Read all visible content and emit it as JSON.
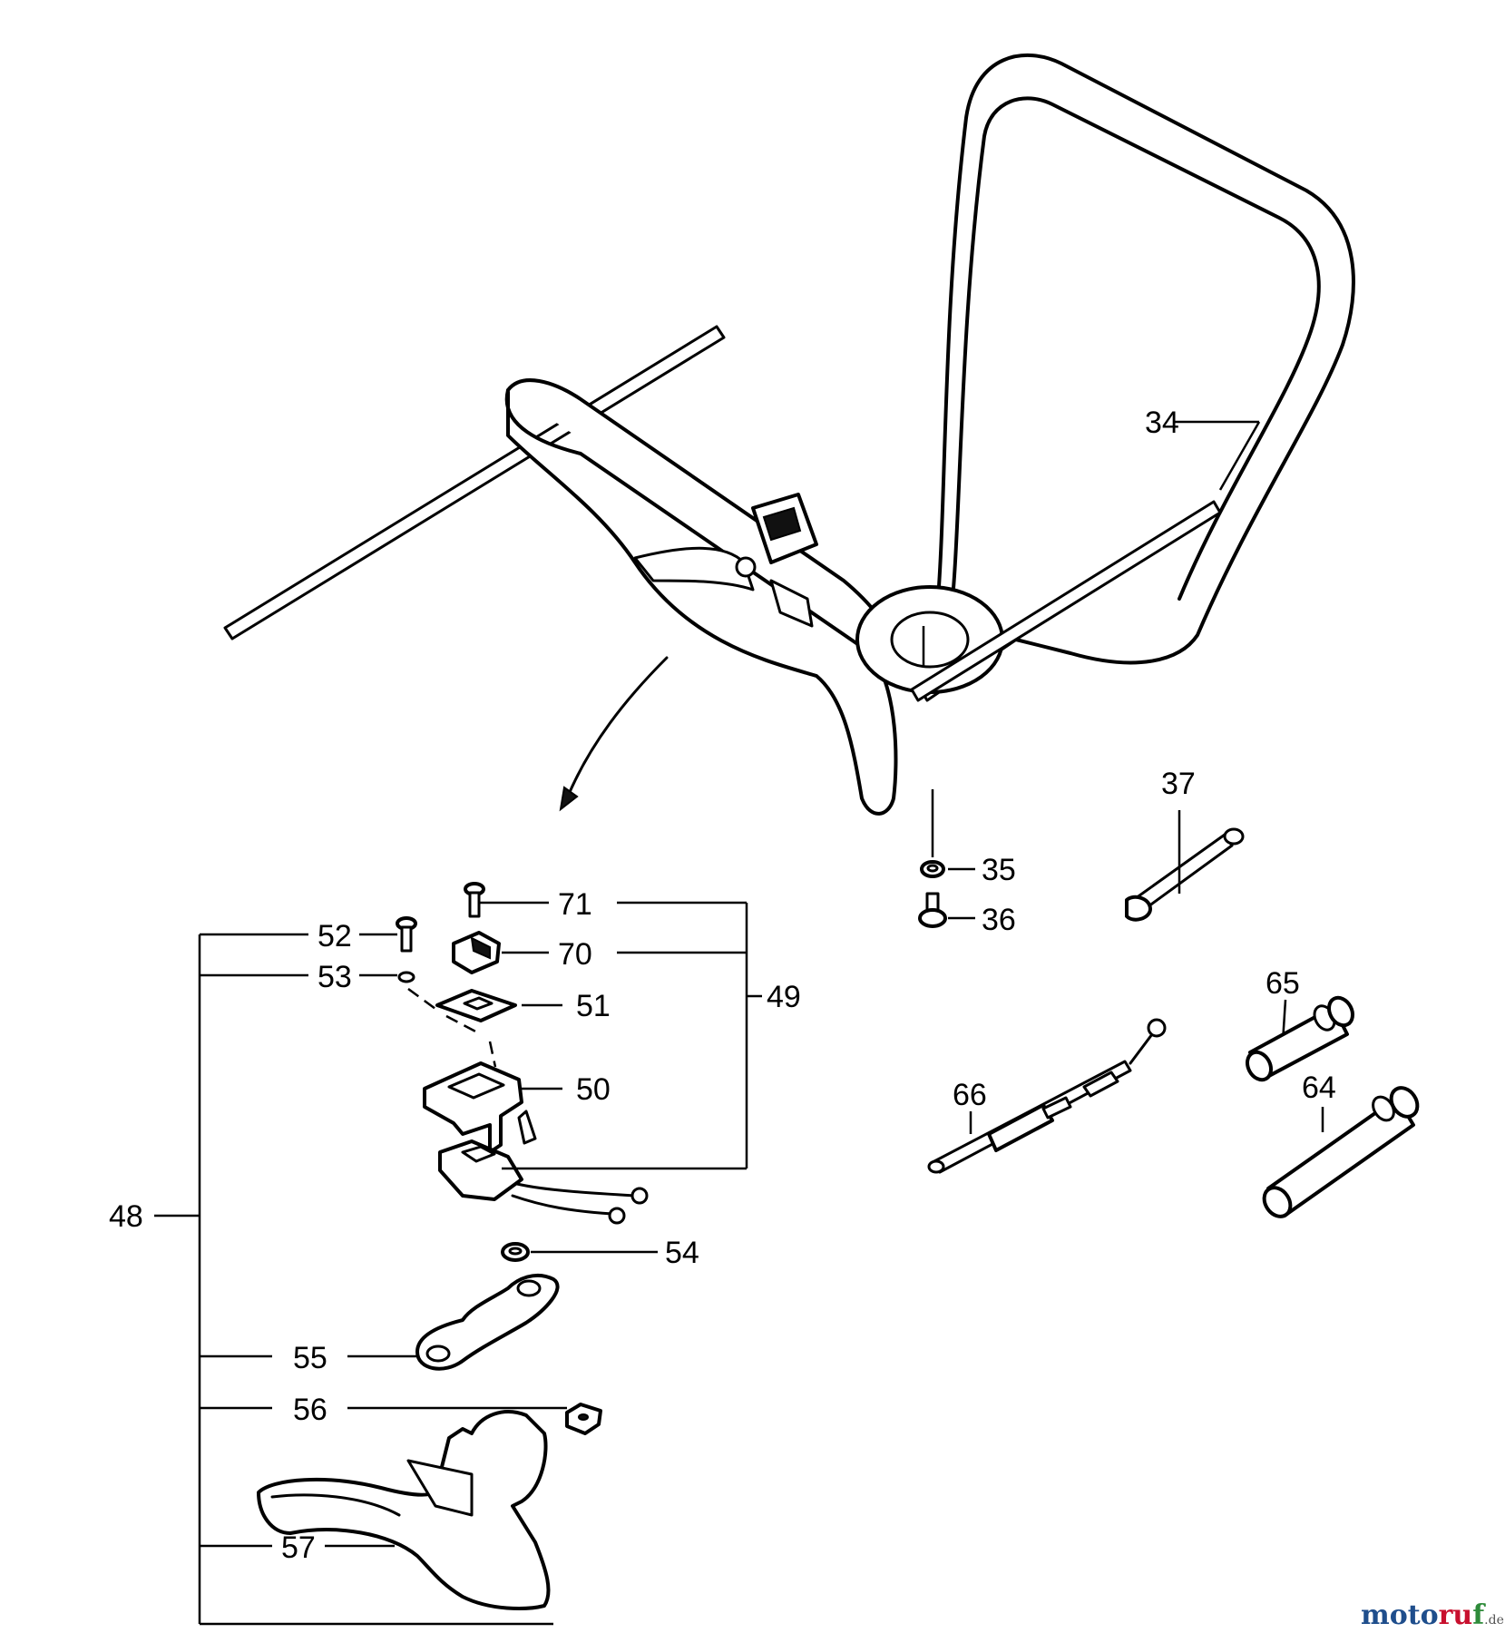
{
  "callouts": {
    "c34": "34",
    "c35": "35",
    "c36": "36",
    "c37": "37",
    "c48": "48",
    "c49": "49",
    "c50": "50",
    "c51": "51",
    "c52": "52",
    "c53": "53",
    "c54": "54",
    "c55": "55",
    "c56": "56",
    "c57": "57",
    "c64": "64",
    "c65": "65",
    "c66": "66",
    "c70": "70",
    "c71": "71"
  },
  "watermark": {
    "part1": "moto",
    "part2": "ru",
    "part3": "f",
    "suffix": ".de"
  },
  "colors": {
    "line": "#000000",
    "watermark_blue": "#1f4e8c",
    "watermark_red": "#c8102e",
    "watermark_green": "#2e8b3a"
  }
}
